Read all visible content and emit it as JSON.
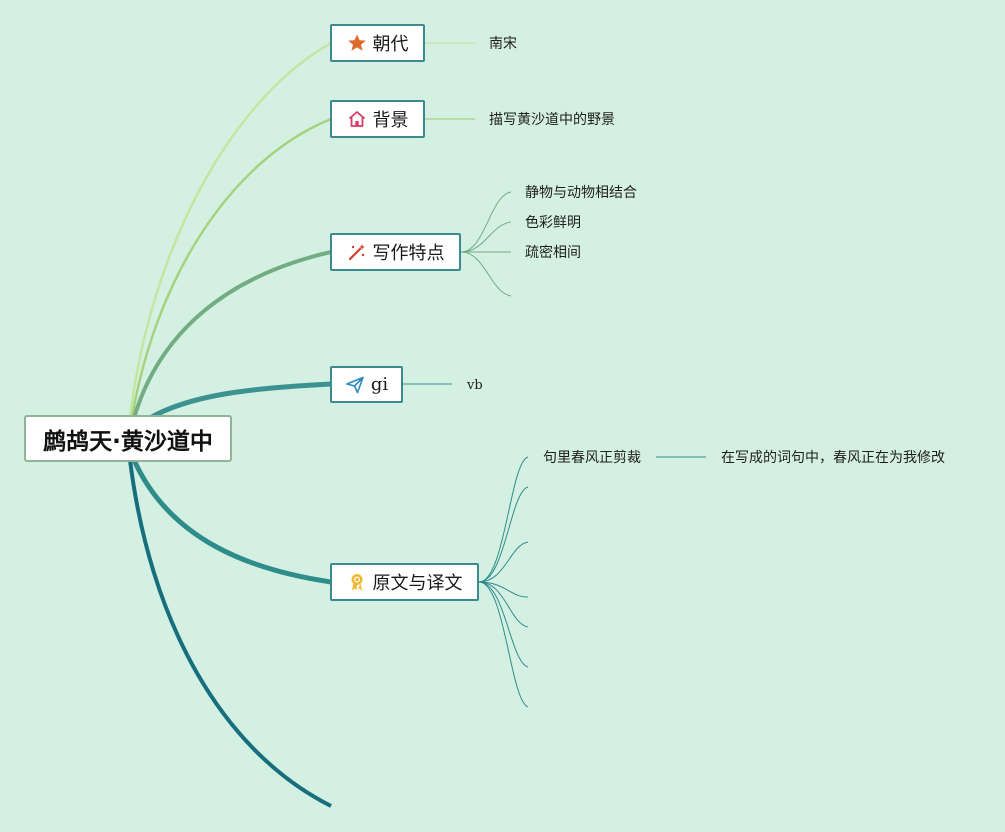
{
  "mindmap": {
    "root": {
      "label": "鹧鸪天·黄沙道中"
    },
    "branches": [
      {
        "label": "朝代",
        "icon": "star-icon",
        "children": [
          {
            "label": "南宋"
          }
        ]
      },
      {
        "label": "背景",
        "icon": "house-icon",
        "children": [
          {
            "label": "描写黄沙道中的野景"
          }
        ]
      },
      {
        "label": "写作特点",
        "icon": "magic-wand-icon",
        "children": [
          {
            "label": "静物与动物相结合"
          },
          {
            "label": "色彩鲜明"
          },
          {
            "label": "疏密相间"
          },
          {
            "label": ""
          }
        ]
      },
      {
        "label": "gi",
        "icon": "paper-plane-icon",
        "children": [
          {
            "label": "vb"
          }
        ]
      },
      {
        "label": "原文与译文",
        "icon": "award-ribbon-icon",
        "children": [
          {
            "label": "句里春风正剪裁",
            "children": [
              {
                "label": "在写成的词句中，春风正在为我修改"
              }
            ]
          },
          {
            "label": ""
          },
          {
            "label": ""
          },
          {
            "label": ""
          },
          {
            "label": ""
          },
          {
            "label": ""
          },
          {
            "label": ""
          }
        ]
      }
    ]
  },
  "colors": {
    "background": "#d4f0e3",
    "branch_1": "#c5e6a0",
    "branch_2": "#a7d27d",
    "branch_3": "#72ad82",
    "branch_4": "#3b9290",
    "branch_5": "#2e8c8b",
    "branch_6": "#176f7d",
    "node_border": "#3c8a90",
    "root_border": "#8fb49a",
    "star": "#e06a2c",
    "house": "#d83d68",
    "wand": "#d53c2e",
    "plane": "#2c8ac2",
    "award": "#f0b82c"
  }
}
